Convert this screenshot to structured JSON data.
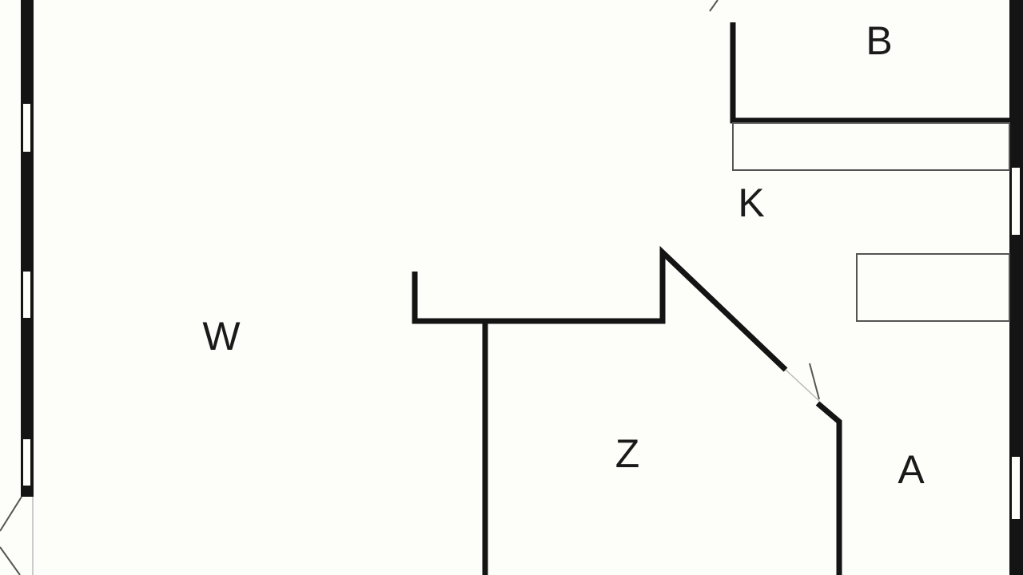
{
  "rooms": {
    "w": "W",
    "z": "Z",
    "k": "K",
    "b": "B",
    "a": "A"
  },
  "colors": {
    "wall": "#141414",
    "background": "#fdfdf9"
  }
}
